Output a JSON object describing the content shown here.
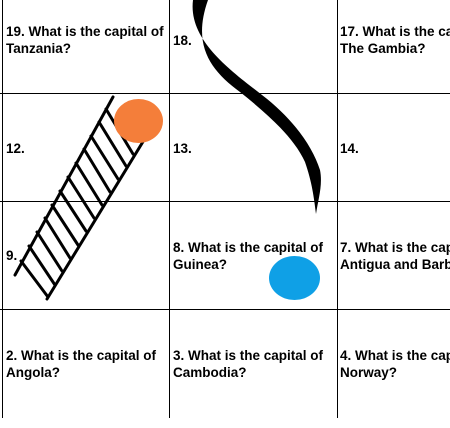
{
  "colors": {
    "orange_token": "#F47E3A",
    "blue_token": "#0FA0E6",
    "grid": "#000000"
  },
  "cells": [
    {
      "id": "c19",
      "num": "19.",
      "line1": "What is the capital of",
      "line2": "Tanzania?"
    },
    {
      "id": "c18",
      "num": "18.",
      "line1": "",
      "line2": ""
    },
    {
      "id": "c17",
      "num": "17.",
      "line1": "What is the ca",
      "line2": "The Gambia?"
    },
    {
      "id": "c12",
      "num": "12.",
      "line1": "",
      "line2": ""
    },
    {
      "id": "c13",
      "num": "13.",
      "line1": "",
      "line2": ""
    },
    {
      "id": "c14",
      "num": "14.",
      "line1": "",
      "line2": ""
    },
    {
      "id": "c9",
      "num": "9.",
      "line1": "",
      "line2": ""
    },
    {
      "id": "c8",
      "num": "8.",
      "line1": "What is the capital of",
      "line2": "Guinea?"
    },
    {
      "id": "c7",
      "num": "7.",
      "line1": "What is the cap",
      "line2": "Antigua and Barb"
    },
    {
      "id": "c2",
      "num": "2.",
      "line1": "What is the capital of",
      "line2": "Angola?"
    },
    {
      "id": "c3",
      "num": "3.",
      "line1": "What is the capital of",
      "line2": "Cambodia?"
    },
    {
      "id": "c4",
      "num": "4.",
      "line1": "What is the cap",
      "line2": "Norway?"
    }
  ]
}
